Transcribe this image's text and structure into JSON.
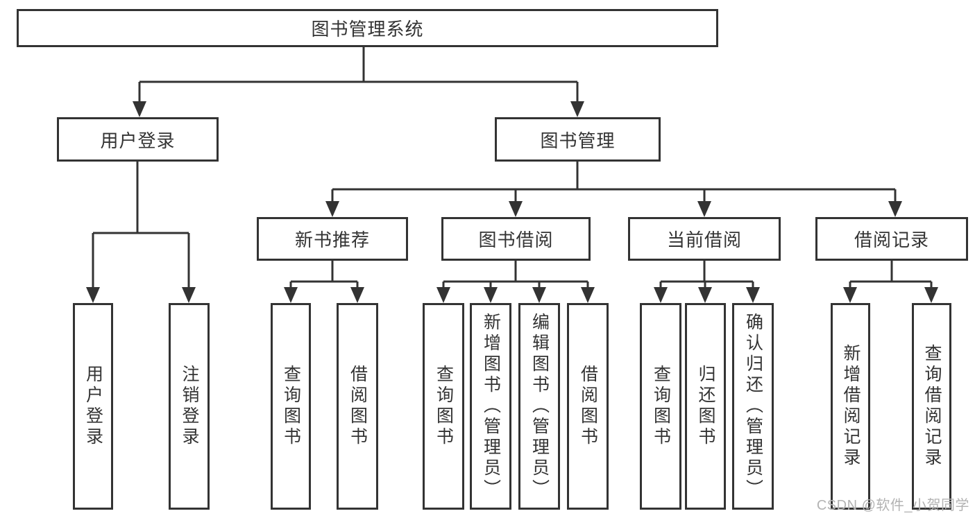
{
  "colors": {
    "line": "#333333",
    "text": "#333333",
    "watermark": "#b3b3b3",
    "background": "#ffffff"
  },
  "nodes": {
    "root": {
      "label": "图书管理系统"
    },
    "user_login": {
      "label": "用户登录"
    },
    "book_mgmt": {
      "label": "图书管理"
    },
    "new_book_rec": {
      "label": "新书推荐"
    },
    "book_borrow": {
      "label": "图书借阅"
    },
    "current_borrow": {
      "label": "当前借阅"
    },
    "borrow_record": {
      "label": "借阅记录"
    },
    "leaf_user_login": {
      "label": "用户登录"
    },
    "leaf_logout": {
      "label": "注销登录"
    },
    "leaf_query_book_rec": {
      "label": "查询图书"
    },
    "leaf_borrow_book_rec": {
      "label": "借阅图书"
    },
    "leaf_query_book_borrow": {
      "label": "查询图书"
    },
    "leaf_add_book": {
      "label": "新增图书（管理员）"
    },
    "leaf_edit_book": {
      "label": "编辑图书（管理员）"
    },
    "leaf_borrow_book": {
      "label": "借阅图书"
    },
    "leaf_query_book_current": {
      "label": "查询图书"
    },
    "leaf_return_book": {
      "label": "归还图书"
    },
    "leaf_confirm_return": {
      "label": "确认归还（管理员）"
    },
    "leaf_add_record": {
      "label": "新增借阅记录"
    },
    "leaf_query_record": {
      "label": "查询借阅记录"
    }
  },
  "structure": {
    "图书管理系统": {
      "用户登录": [
        "用户登录",
        "注销登录"
      ],
      "图书管理": {
        "新书推荐": [
          "查询图书",
          "借阅图书"
        ],
        "图书借阅": [
          "查询图书",
          "新增图书（管理员）",
          "编辑图书（管理员）",
          "借阅图书"
        ],
        "当前借阅": [
          "查询图书",
          "归还图书",
          "确认归还（管理员）"
        ],
        "借阅记录": [
          "新增借阅记录",
          "查询借阅记录"
        ]
      }
    }
  },
  "watermark": {
    "text": "CSDN @软件_小贺同学"
  }
}
